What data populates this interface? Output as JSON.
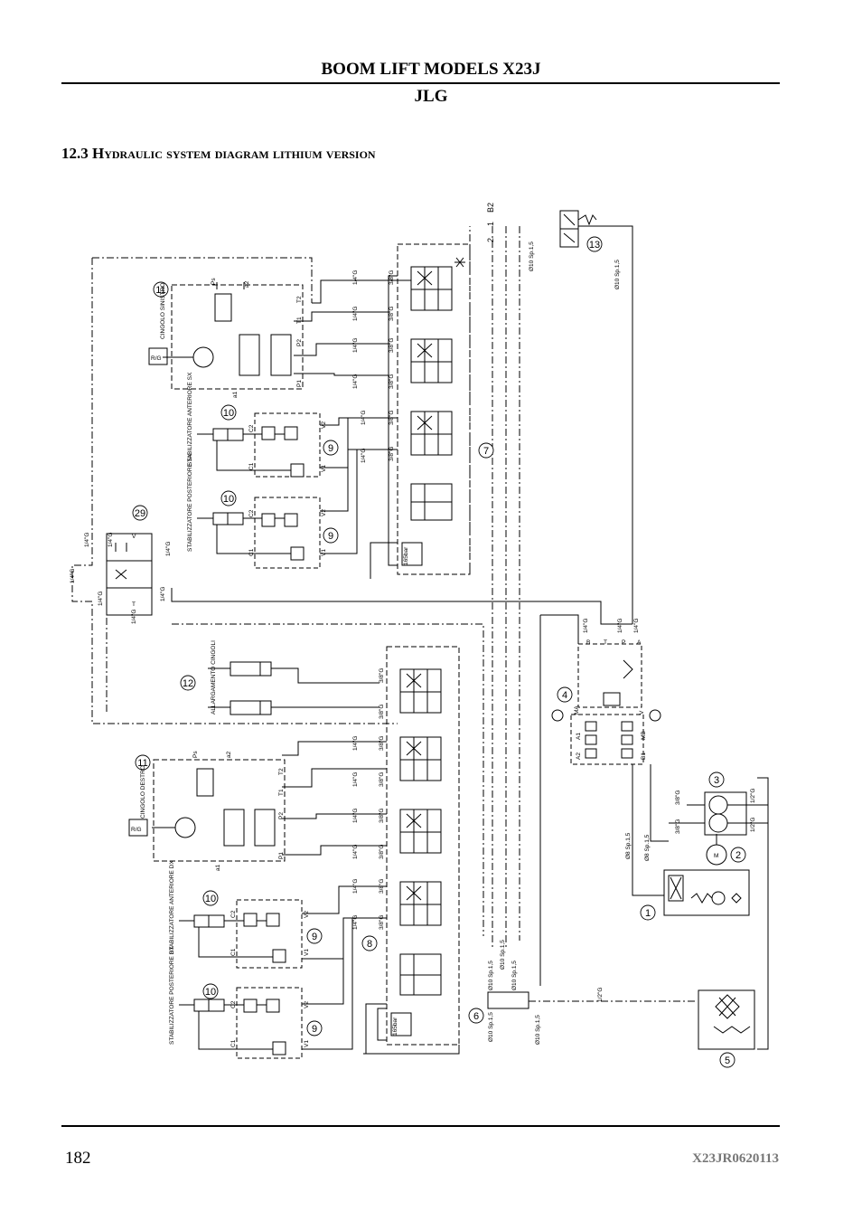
{
  "header": {
    "title": "BOOM LIFT MODELS X23J",
    "subtitle": "JLG"
  },
  "section": {
    "title": "12.3 Hydraulic system diagram lithium version"
  },
  "footer": {
    "page_number": "182",
    "doc_code": "X23JR0620113"
  },
  "diagram": {
    "callouts": [
      "1",
      "2",
      "3",
      "4",
      "5",
      "6",
      "7",
      "8",
      "9",
      "10",
      "11",
      "12",
      "13",
      "29"
    ],
    "labels": {
      "cingolo_sinistro": "CINGOLO SINISTRO",
      "cingolo_destro": "CINGOLO DESTRO",
      "stab_ant_sx": "STABILIZZATORE ANTERIORE SX",
      "stab_post_sx": "STABILIZZATORE POSTERIORE SX",
      "stab_ant_dx": "STABILIZZATORE ANTERIORE DX",
      "stab_post_dx": "STABILIZZATORE POSTERIORE DX",
      "allargamento": "ALLARGAMENTO CINGOLI",
      "rg": "R/G",
      "bar165": "165bar",
      "m": "M",
      "fitting_14": "1/4\"G",
      "fitting_38": "3/8\"G",
      "fitting_12": "1/2\"G",
      "pipe10": "Ø10 Sp.1,5",
      "pipe8": "Ø8 Sp.1,5",
      "ports": [
        "P1",
        "P2",
        "T1",
        "T2",
        "V1",
        "V2",
        "C1",
        "C2",
        "Ps",
        "a1",
        "a2",
        "A",
        "B",
        "P",
        "T",
        "V",
        "MA",
        "MB",
        "A1",
        "B1",
        "A2",
        "B2",
        "1",
        "2",
        "3"
      ]
    }
  }
}
